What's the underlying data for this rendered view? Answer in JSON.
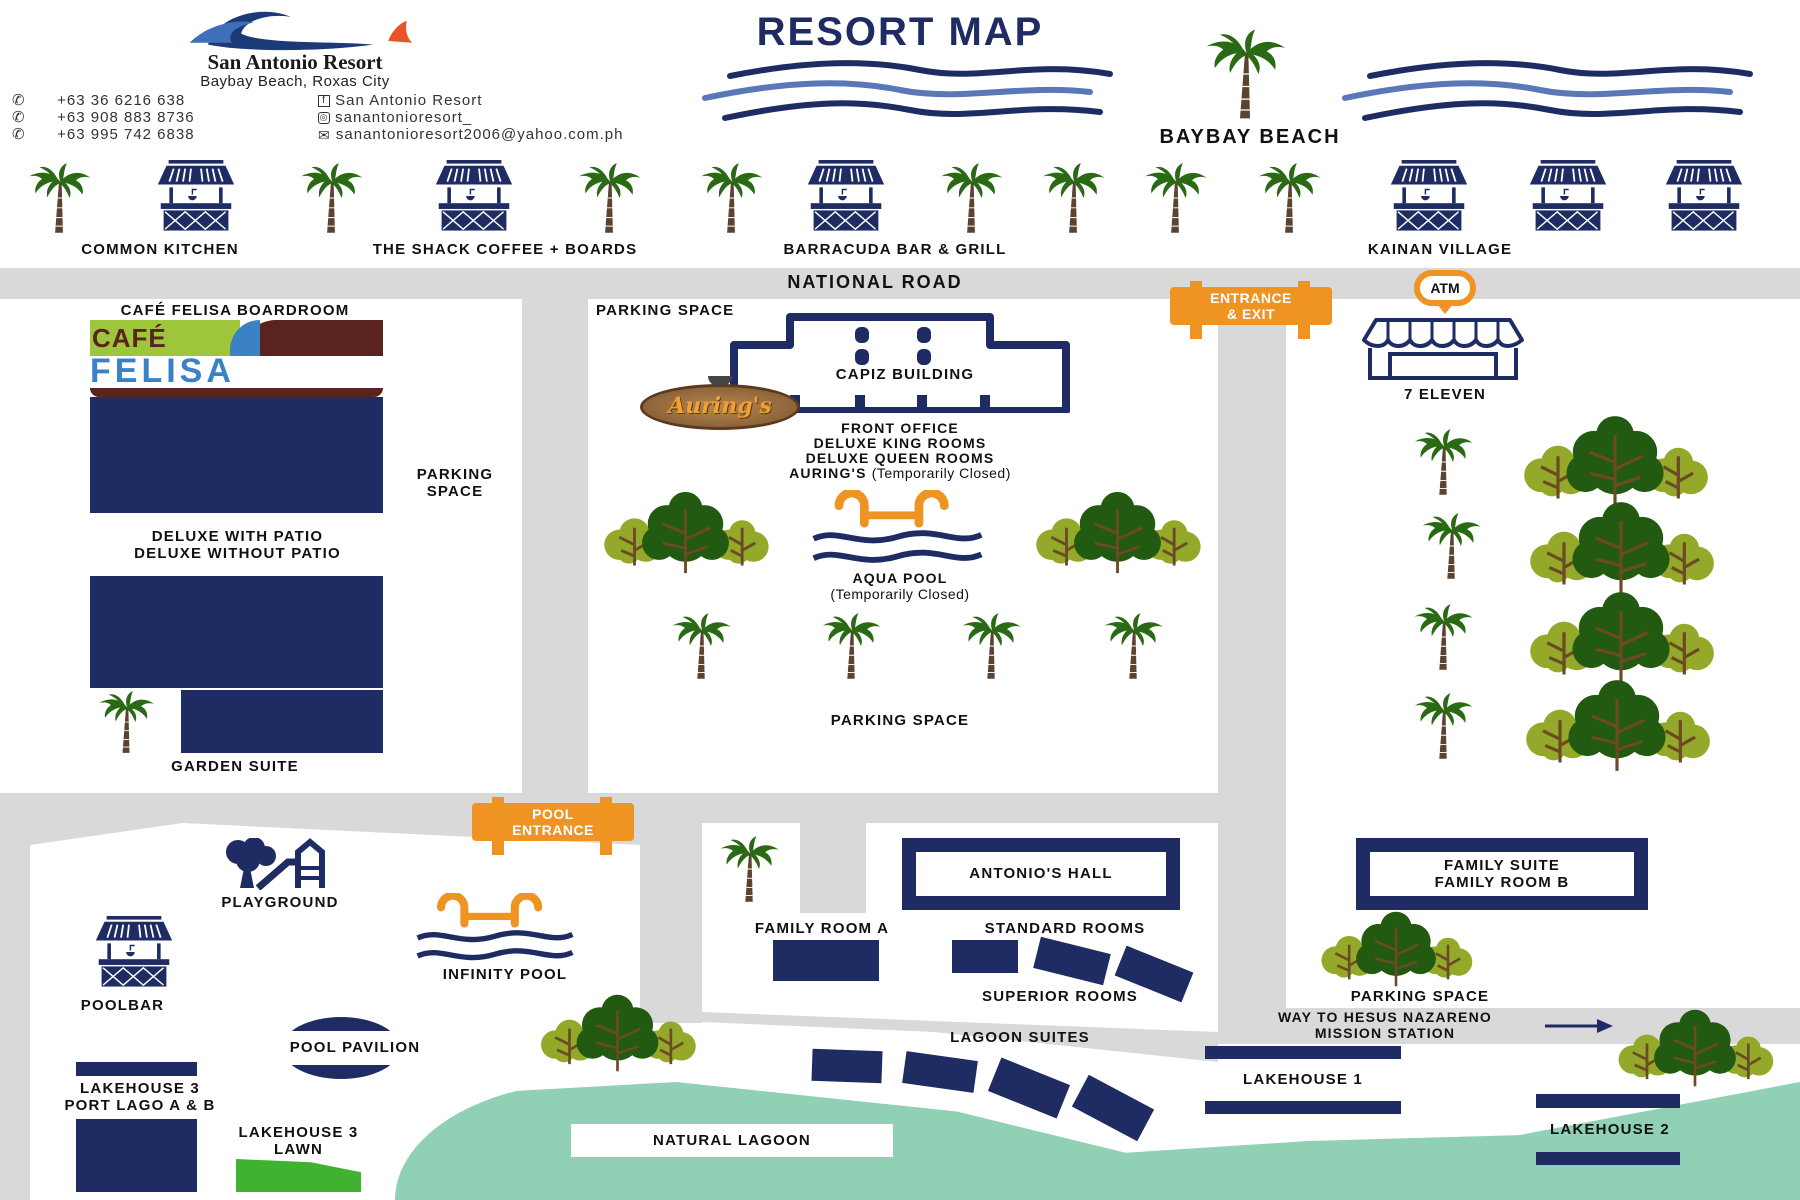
{
  "header": {
    "resort_name": "San Antonio Resort",
    "location": "Baybay Beach, Roxas City",
    "phones": [
      "+63 36 6216 638",
      "+63 908 883 8736",
      "+63 995 742 6838"
    ],
    "facebook": "San Antonio Resort",
    "instagram": "sanantonioresort_",
    "email": "sanantonioresort2006@yahoo.com.ph",
    "map_title": "RESORT MAP",
    "beach_label": "BAYBAY BEACH"
  },
  "beachfront": {
    "venues": [
      "COMMON KITCHEN",
      "THE SHACK COFFEE + BOARDS",
      "BARRACUDA BAR & GRILL",
      "KAINAN VILLAGE"
    ]
  },
  "roads": {
    "national_road": "NATIONAL ROAD",
    "entrance_exit": [
      "ENTRANCE",
      "& EXIT"
    ],
    "pool_entrance": [
      "POOL",
      "ENTRANCE"
    ],
    "way_to_mission": [
      "WAY TO HESUS NAZARENO",
      "MISSION STATION"
    ]
  },
  "left_block": {
    "boardroom": "CAFÉ FELISA BOARDROOM",
    "cafe_logo_top": "CAFÉ",
    "cafe_logo_bottom": "FELISA",
    "parking": [
      "PARKING",
      "SPACE"
    ],
    "deluxe": [
      "DELUXE WITH PATIO",
      "DELUXE WITHOUT PATIO"
    ],
    "garden_suite": "GARDEN SUITE"
  },
  "center_block": {
    "parking_top": "PARKING SPACE",
    "capiz": "CAPIZ BUILDING",
    "aurings_logo": "Auring's",
    "capiz_rooms": [
      "FRONT OFFICE",
      "DELUXE KING ROOMS",
      "DELUXE QUEEN ROOMS"
    ],
    "aurings": "AURING'S",
    "temporarily_closed": "(Temporarily Closed)",
    "aqua_pool": "AQUA POOL",
    "parking_bottom": "PARKING SPACE"
  },
  "right_block": {
    "atm": "ATM",
    "seven_eleven": "7 ELEVEN"
  },
  "pool_area": {
    "playground": "PLAYGROUND",
    "infinity_pool": "INFINITY POOL",
    "poolbar": "POOLBAR",
    "pool_pavilion": "POOL PAVILION",
    "lakehouse3": [
      "LAKEHOUSE 3",
      "PORT LAGO A & B"
    ],
    "lakehouse3_lawn": [
      "LAKEHOUSE 3",
      "LAWN"
    ]
  },
  "lower_center": {
    "antonios_hall": "ANTONIO'S HALL",
    "family_room_a": "FAMILY ROOM A",
    "standard_rooms": "STANDARD ROOMS",
    "superior_rooms": "SUPERIOR ROOMS",
    "lagoon_suites": "LAGOON SUITES",
    "natural_lagoon": "NATURAL LAGOON"
  },
  "lower_right": {
    "family_suite": [
      "FAMILY SUITE",
      "FAMILY ROOM B"
    ],
    "parking": "PARKING SPACE",
    "lakehouse1": "LAKEHOUSE 1",
    "lakehouse2": "LAKEHOUSE 2"
  },
  "colors": {
    "navy": "#1f2c63",
    "road": "#d9d9d9",
    "orange": "#ef9323",
    "lagoon": "#90d0b4",
    "palm_green": "#2a6a14",
    "tree_dark": "#215a10",
    "tree_light": "#94a82a"
  }
}
